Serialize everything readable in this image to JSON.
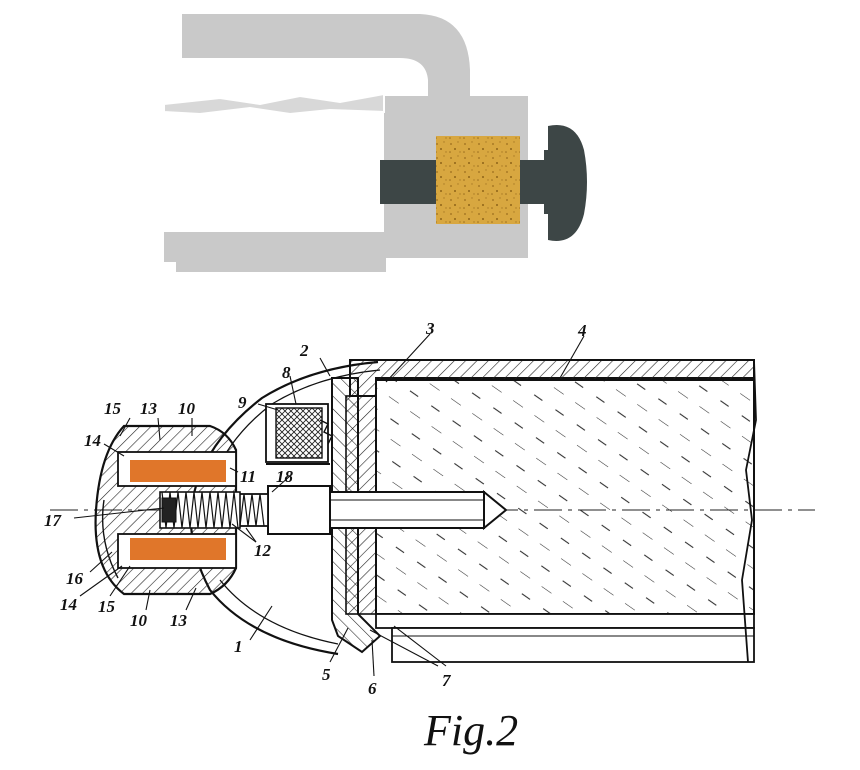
{
  "caption": "Fig.2",
  "labels": {
    "l1": "1",
    "l2": "2",
    "l3": "3",
    "l4": "4",
    "l5": "5",
    "l6": "6",
    "l7": "7",
    "l8": "8",
    "l9": "9",
    "l10a": "10",
    "l10b": "10",
    "l11": "11",
    "l12": "12",
    "l13a": "13",
    "l13b": "13",
    "l14a": "14",
    "l14b": "14",
    "l15a": "15",
    "l15b": "15",
    "l16": "16",
    "l17": "17",
    "l18": "18"
  },
  "colors": {
    "housing": "#c9c9c9",
    "housing_dark": "#bdbdbd",
    "bore": "#ffffff",
    "shaft": "#3d4646",
    "cork": "#d8a740",
    "line": "#111111",
    "hatch": "#222222",
    "magnet": "#e0762a"
  }
}
